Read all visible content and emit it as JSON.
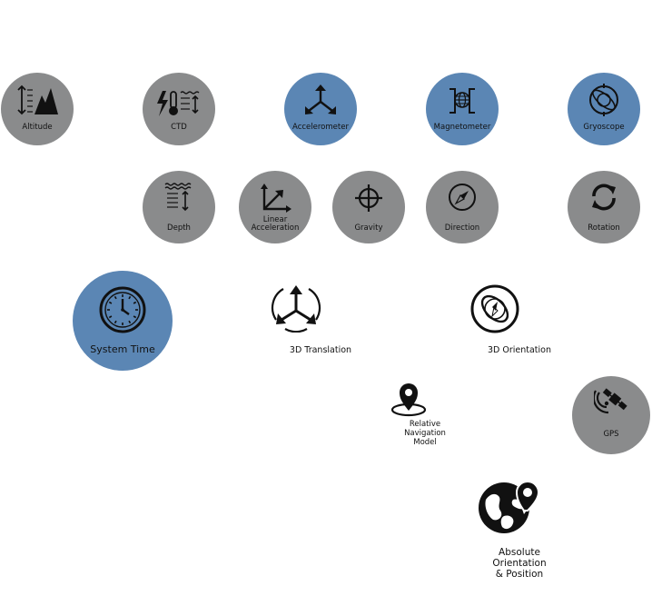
{
  "nodes": {
    "altitude": "Altitude",
    "ctd": "CTD",
    "accelerometer": "Accelerometer",
    "magnetometer": "Magnetometer",
    "gyroscope": "Gryoscope",
    "depth": "Depth",
    "linear_acceleration_1": "Linear",
    "linear_acceleration_2": "Acceleration",
    "gravity": "Gravity",
    "direction": "Direction",
    "rotation": "Rotation",
    "system_time": "System Time",
    "translation_3d": "3D Translation",
    "orientation_3d": "3D Orientation",
    "relative_nav_1": "Relative",
    "relative_nav_2": "Navigation",
    "relative_nav_3": "Model",
    "gps": "GPS",
    "absolute_1": "Absolute",
    "absolute_2": "Orientation",
    "absolute_3": "& Position"
  },
  "colors": {
    "gray_node": "#8a8b8c",
    "blue_node": "#5b86b4",
    "icon": "#111111"
  },
  "icons": [
    "altitude-icon",
    "ctd-icon",
    "accelerometer-icon",
    "magnetometer-icon",
    "gyroscope-icon",
    "depth-icon",
    "linear-acceleration-icon",
    "gravity-icon",
    "direction-icon",
    "rotation-icon",
    "clock-icon",
    "translation-3d-icon",
    "orientation-3d-icon",
    "navigation-pin-icon",
    "satellite-icon",
    "globe-pin-icon"
  ]
}
